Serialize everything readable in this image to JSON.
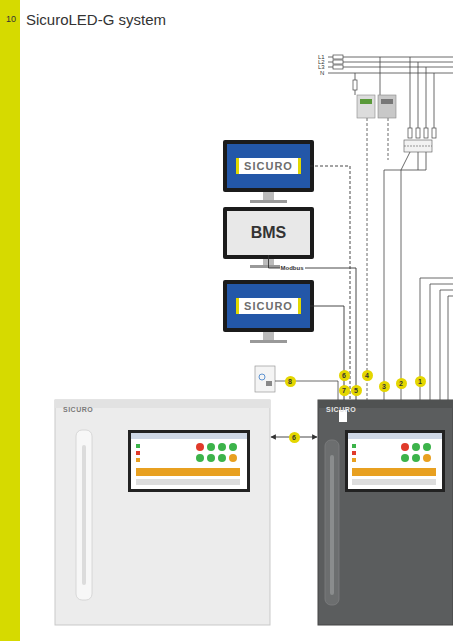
{
  "diagram": {
    "title": "SicuroLED-G system",
    "nodes": [
      {
        "text": [
          "SICURO"
        ]
      },
      {
        "text": [
          "BMS"
        ]
      },
      {
        "text": [
          "SICURO"
        ]
      },
      {
        "text": [
          "SICURO"
        ]
      },
      {
        "text": [
          "SICURO"
        ]
      }
    ],
    "edges": [
      {
        "from": 0,
        "to": 4,
        "arrow": "none"
      },
      {
        "from": 1,
        "to": 4,
        "label": "Modbus",
        "arrow": "none"
      },
      {
        "from": 2,
        "to": 4,
        "arrow": "none"
      },
      {
        "from": 3,
        "to": 4,
        "label": "6",
        "arrow": "both"
      }
    ],
    "labels": [
      "10",
      "L1",
      "L2",
      "L3",
      "N",
      "8",
      "6",
      "4",
      "7",
      "5",
      "3",
      "2",
      "1"
    ]
  }
}
